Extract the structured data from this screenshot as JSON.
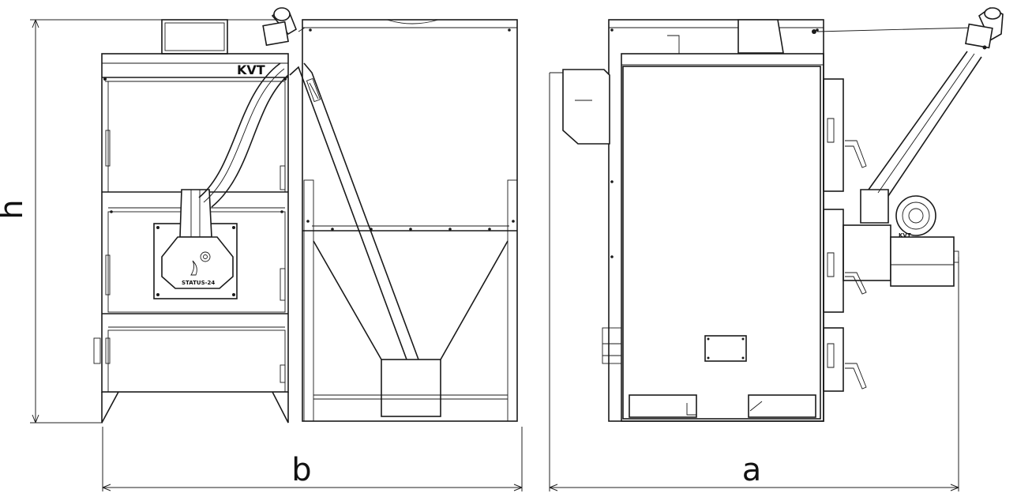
{
  "dimensions": {
    "height_label": "h",
    "width_label": "b",
    "depth_label": "a"
  },
  "brand": {
    "front_logo": "KVT",
    "side_logo": "KVT",
    "burner_label": "STATUS-24"
  }
}
